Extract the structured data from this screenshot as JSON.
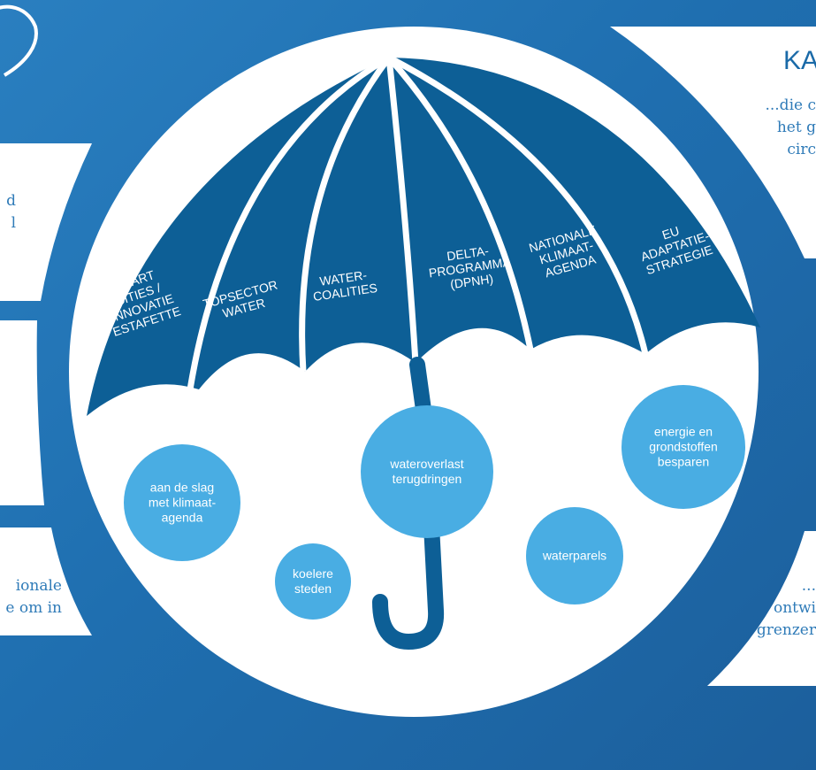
{
  "panels": {
    "left_top_lines": [
      "d",
      "l"
    ],
    "left_bottom_lines": [
      "ionale",
      "e om in"
    ],
    "right_title": "KA",
    "right_top_lines": [
      "...die c",
      "het g",
      "circ"
    ],
    "right_bottom_lines": [
      "...",
      "ontwi",
      "grenzer"
    ]
  },
  "umbrella_segments": [
    {
      "label": "SMART\nCITIES /\nINNOVATIE\nESTAFETTE"
    },
    {
      "label": "TOPSECTOR\nWATER"
    },
    {
      "label": "WATER-\nCOALITIES"
    },
    {
      "label": "DELTA-\nPROGRAMMA\n(DPNH)"
    },
    {
      "label": "NATIONALE\nKLIMAAT-\nAGENDA"
    },
    {
      "label": "EU\nADAPTATIE-\nSTRATEGIE"
    }
  ],
  "bubbles": [
    {
      "label": "aan de slag\nmet klimaat-\nagenda"
    },
    {
      "label": "koelere\nsteden"
    },
    {
      "label": "wateroverlast\nterugdringen"
    },
    {
      "label": "waterparels"
    },
    {
      "label": "energie en\ngrondstoffen\nbesparen"
    }
  ],
  "colors": {
    "background": "#2379bb",
    "umbrella": "#0d5f96",
    "bubble": "#49ade3",
    "panel": "#ffffff",
    "text_blue": "#2f7bb8"
  }
}
